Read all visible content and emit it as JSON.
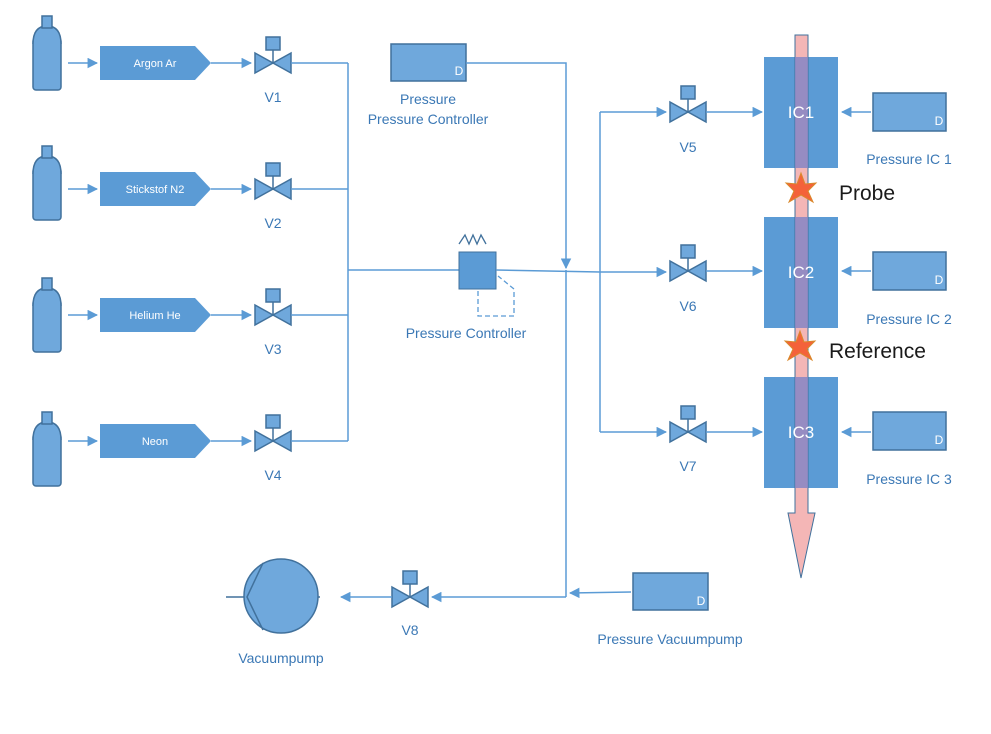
{
  "colors": {
    "line": "#5b9bd5",
    "fill": "#5b9bd5",
    "fill_light": "#6fa8dc",
    "stroke": "#41719c",
    "ic_box": "#4a8ad0",
    "beam_fill": "#f4b6b6",
    "beam_inner": "#7f7fc0",
    "star": "#f4623a",
    "label": "#3b78b5"
  },
  "gases": [
    {
      "label": "Argon Ar",
      "valve": "V1"
    },
    {
      "label": "Stickstof N2",
      "valve": "V2"
    },
    {
      "label": "Helium He",
      "valve": "V3"
    },
    {
      "label": "Neon",
      "valve": "V4"
    }
  ],
  "pressure_gauge": {
    "d_label": "D",
    "line1": "Pressure",
    "line2": "Pressure Controller"
  },
  "pressure_controller": {
    "label": "Pressure Controller"
  },
  "chambers": [
    {
      "name": "IC1",
      "valve": "V5",
      "gauge_label": "Pressure IC 1",
      "d_label": "D"
    },
    {
      "name": "IC2",
      "valve": "V6",
      "gauge_label": "Pressure IC 2",
      "d_label": "D"
    },
    {
      "name": "IC3",
      "valve": "V7",
      "gauge_label": "Pressure IC 3",
      "d_label": "D"
    }
  ],
  "markers": {
    "probe": "Probe",
    "reference": "Reference"
  },
  "vacuum": {
    "pump_label": "Vacuumpump",
    "valve": "V8",
    "gauge_label": "Pressure Vacuumpump",
    "d_label": "D"
  }
}
